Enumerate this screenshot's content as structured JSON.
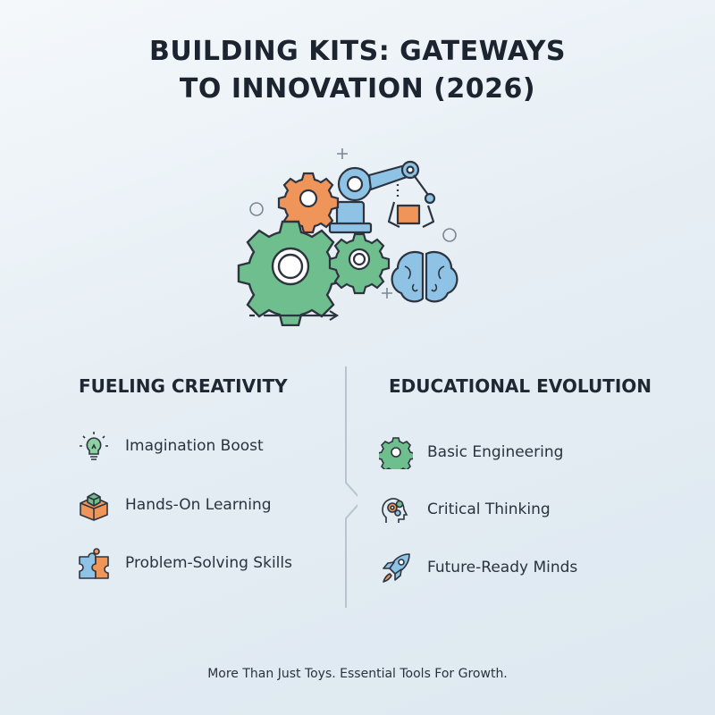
{
  "header": {
    "title_line1": "BUILDING KITS: GATEWAYS",
    "title_line2": "TO INNOVATION (2026)"
  },
  "left_column": {
    "heading": "FUELING CREATIVITY",
    "items": [
      {
        "label": "Imagination Boost",
        "icon": "lightbulb-icon"
      },
      {
        "label": "Hands-On Learning",
        "icon": "blocks-icon"
      },
      {
        "label": "Problem-Solving Skills",
        "icon": "puzzle-icon"
      }
    ]
  },
  "right_column": {
    "heading": "EDUCATIONAL EVOLUTION",
    "items": [
      {
        "label": "Basic Engineering",
        "icon": "gear-icon"
      },
      {
        "label": "Critical Thinking",
        "icon": "head-gears-icon"
      },
      {
        "label": "Future-Ready Minds",
        "icon": "rocket-icon"
      }
    ]
  },
  "footer": {
    "tagline": "More Than Just Toys. Essential Tools For Growth."
  },
  "colors": {
    "green": "#6fbf8e",
    "orange": "#f0955a",
    "blue": "#8ec3e6",
    "outline": "#2d3440"
  }
}
